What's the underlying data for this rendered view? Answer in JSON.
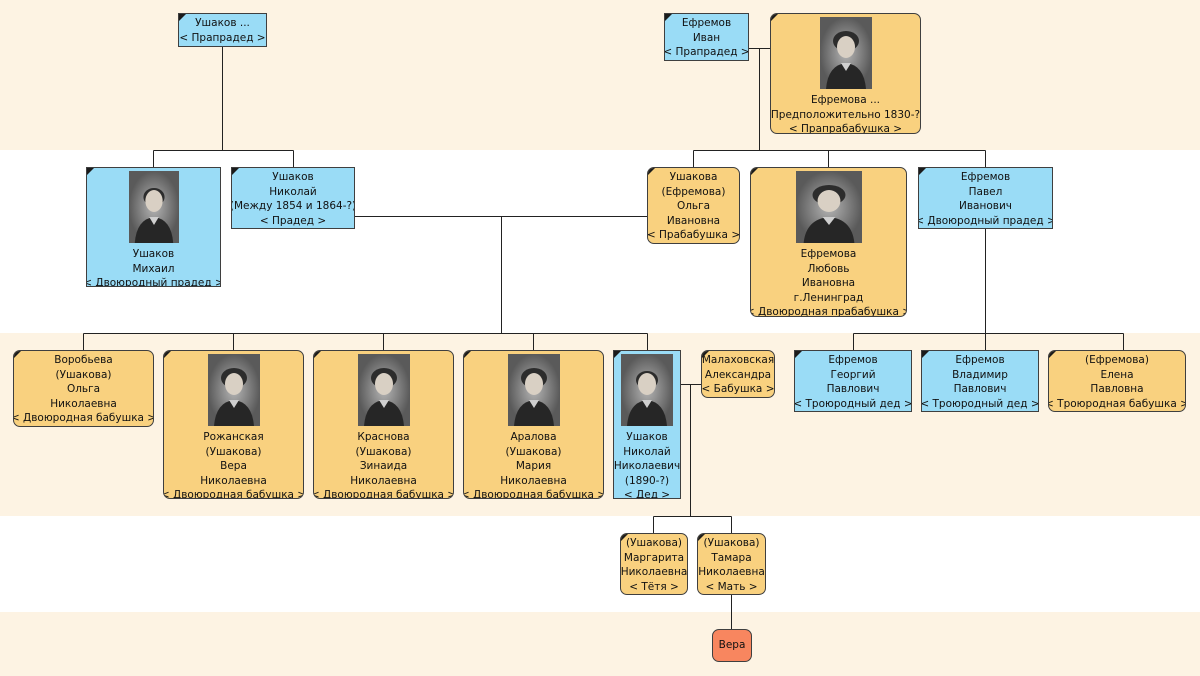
{
  "generation_band_colors": {
    "light": "#fdf3e3",
    "white": "#ffffff"
  },
  "nodes": {
    "ushakov_praprad": {
      "lines": [
        "Ушаков ...",
        "< Прапрадед >"
      ],
      "sex": "male",
      "photo": false
    },
    "efremov_ivan": {
      "lines": [
        "Ефремов",
        "Иван",
        "< Прапрадед >"
      ],
      "sex": "male",
      "photo": false
    },
    "efremova_praprababushka": {
      "lines": [
        "Ефремова ...",
        "(Предположительно 1830-?)",
        "< Прапрабабушка >"
      ],
      "sex": "female",
      "photo": true
    },
    "ushakov_mikhail": {
      "lines": [
        "Ушаков",
        "Михаил",
        "< Двоюродный прадед >"
      ],
      "sex": "male",
      "photo": true
    },
    "ushakov_nikolai_praded": {
      "lines": [
        "Ушаков",
        "Николай",
        "(Между 1854 и 1864-?)",
        "< Прадед >"
      ],
      "sex": "male",
      "photo": false
    },
    "ushakova_olga": {
      "lines": [
        "Ушакова",
        "(Ефремова)",
        "Ольга",
        "Ивановна",
        "< Прабабушка >"
      ],
      "sex": "female",
      "photo": false
    },
    "efremova_lyubov": {
      "lines": [
        "Ефремова",
        "Любовь",
        "Ивановна",
        "г.Ленинград",
        "< Двоюродная прабабушка >"
      ],
      "sex": "female",
      "photo": true
    },
    "efremov_pavel": {
      "lines": [
        "Ефремов",
        "Павел",
        "Иванович",
        "< Двоюродный прадед >"
      ],
      "sex": "male",
      "photo": false
    },
    "vorobyeva_olga": {
      "lines": [
        "Воробьева",
        "(Ушакова)",
        "Ольга",
        "Николаевна",
        "< Двоюродная бабушка >"
      ],
      "sex": "female",
      "photo": false
    },
    "rozhanskaya_vera": {
      "lines": [
        "Рожанская",
        "(Ушакова)",
        "Вера",
        "Николаевна",
        "< Двоюродная бабушка >"
      ],
      "sex": "female",
      "photo": true
    },
    "krasnova_zinaida": {
      "lines": [
        "Краснова",
        "(Ушакова)",
        "Зинаида",
        "Николаевна",
        "< Двоюродная бабушка >"
      ],
      "sex": "female",
      "photo": true
    },
    "aralova_maria": {
      "lines": [
        "Аралова",
        "(Ушакова)",
        "Мария",
        "Николаевна",
        "< Двоюродная бабушка >"
      ],
      "sex": "female",
      "photo": true
    },
    "ushakov_nikolai_ded": {
      "lines": [
        "Ушаков",
        "Николай",
        "Николаевич",
        "(1890-?)",
        "< Дед >"
      ],
      "sex": "male",
      "photo": true
    },
    "malakhovskaya": {
      "lines": [
        "Малаховская",
        "Александра",
        "< Бабушка >"
      ],
      "sex": "female",
      "photo": false
    },
    "efremov_georgy": {
      "lines": [
        "Ефремов",
        "Георгий",
        "Павлович",
        "< Троюродный дед >"
      ],
      "sex": "male",
      "photo": false
    },
    "efremov_vladimir": {
      "lines": [
        "Ефремов",
        "Владимир",
        "Павлович",
        "< Троюродный дед >"
      ],
      "sex": "male",
      "photo": false
    },
    "efremova_elena": {
      "lines": [
        "(Ефремова)",
        "Елена",
        "Павловна",
        "< Троюродная бабушка >"
      ],
      "sex": "female",
      "photo": false
    },
    "margarita": {
      "lines": [
        "(Ушакова)",
        "Маргарита",
        "Николаевна",
        "< Тётя >"
      ],
      "sex": "female",
      "photo": false
    },
    "tamara": {
      "lines": [
        "(Ушакова)",
        "Тамара",
        "Николаевна",
        "< Мать >"
      ],
      "sex": "female",
      "photo": false
    },
    "vera": {
      "lines": [
        "Вера"
      ],
      "sex": "female",
      "photo": false
    }
  }
}
